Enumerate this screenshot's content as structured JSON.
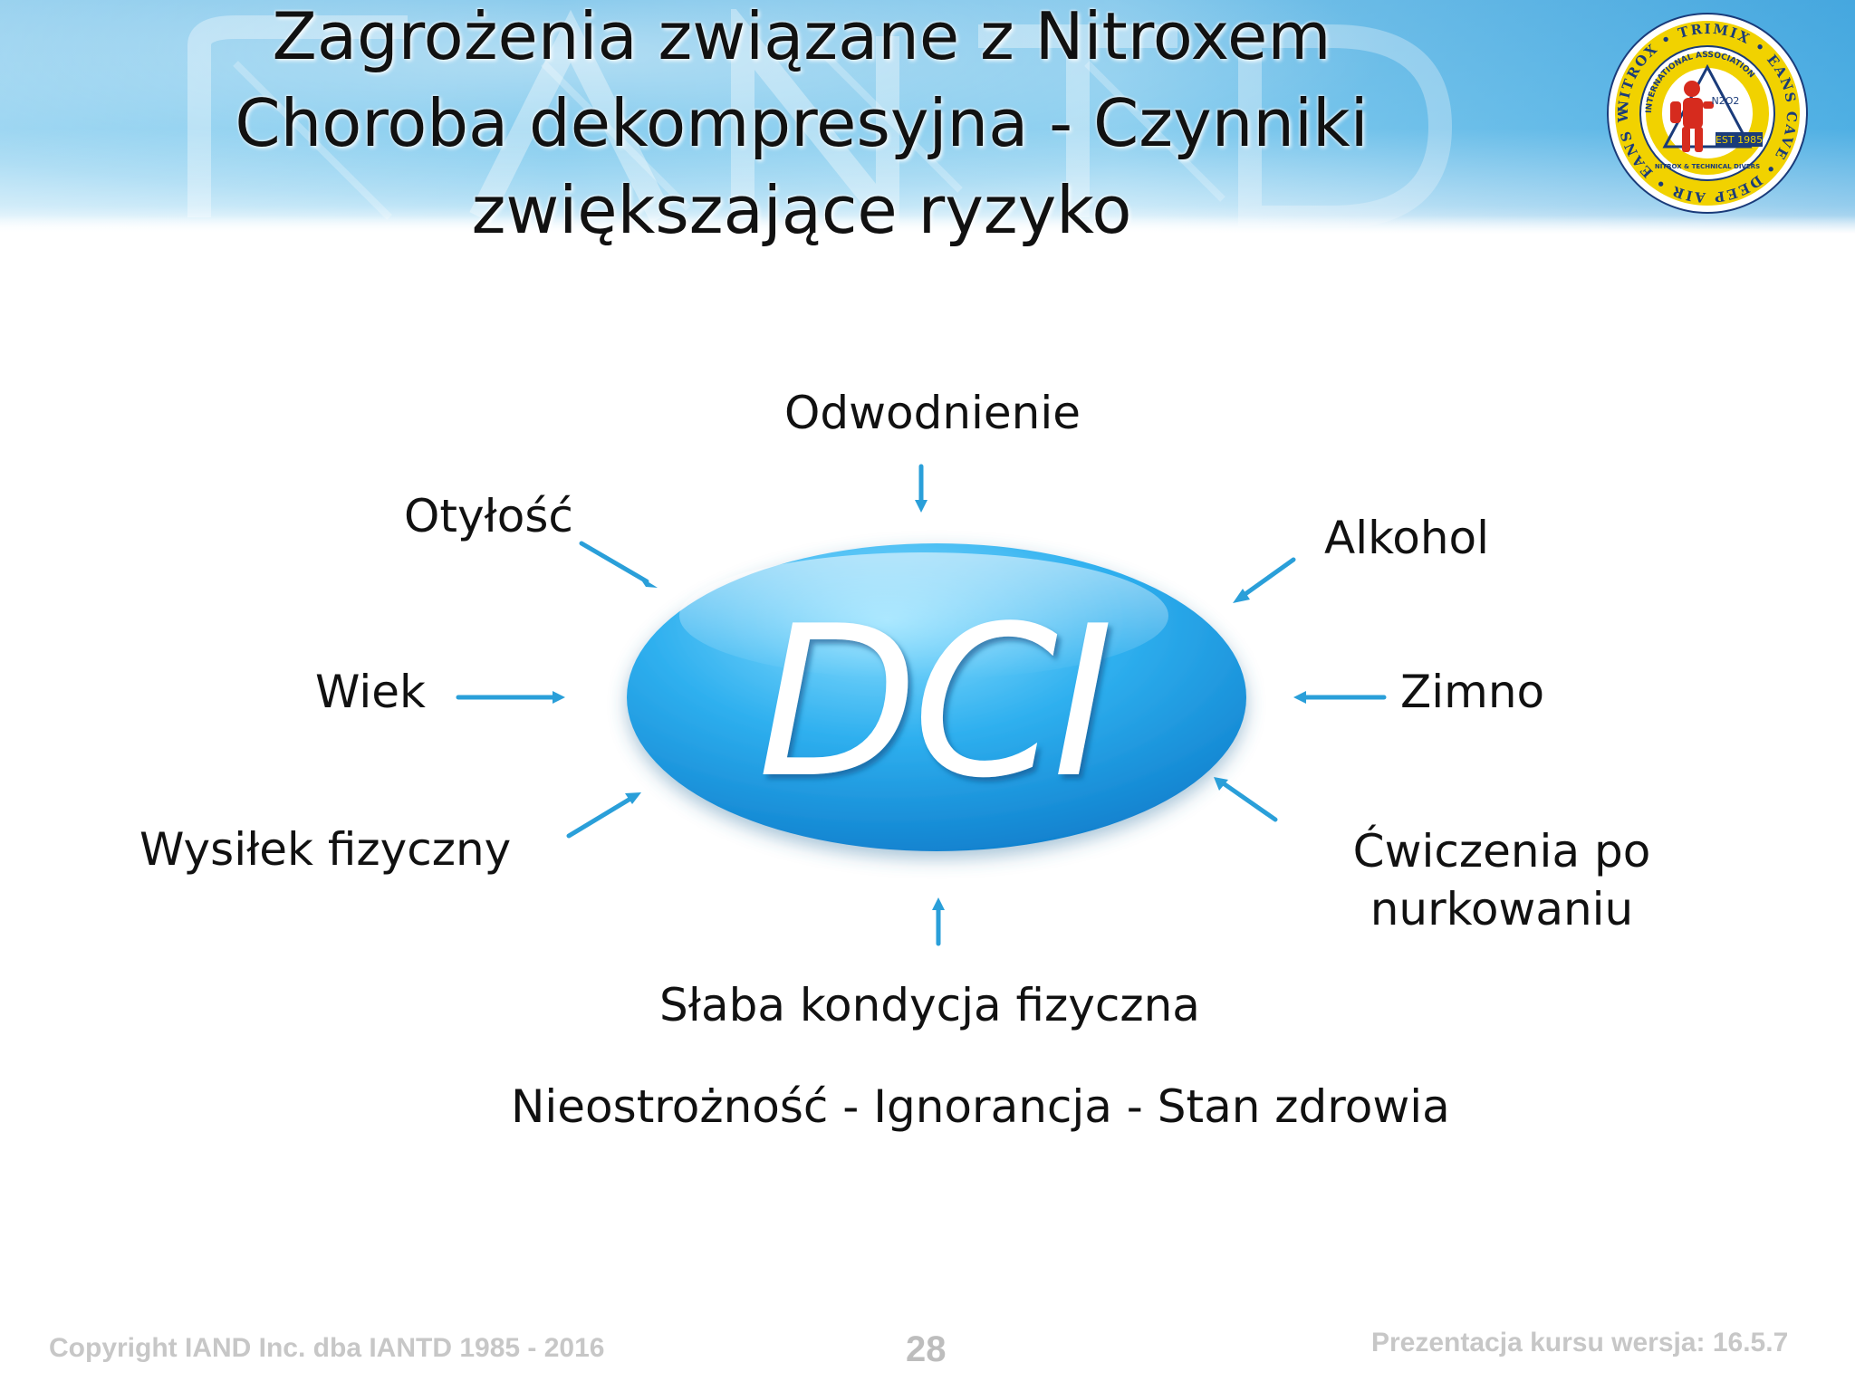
{
  "slide": {
    "title_lines": [
      "Zagrożenia związane z Nitroxem",
      "Choroba dekompresyjna - Czynniki",
      "zwiększające ryzyko"
    ],
    "logo": {
      "ring_text": "NITROX • TRIMIX • EANS CAVE • DEEP AIR • EANS WRECK •",
      "inner_text": "INTERNATIONAL ASSOCIATION",
      "bottom_text": "NITROX & TECHNICAL DIVERS",
      "badge": "EST 1985",
      "formula": "N2O2",
      "colors": {
        "ring": "#f1d200",
        "figure": "#d62b1e"
      }
    },
    "center_label": "DCI",
    "factors": {
      "top": "Odwodnienie",
      "top_left": "Otyłość",
      "top_right": "Alkohol",
      "left": "Wiek",
      "right": "Zimno",
      "bottom_left": "Wysiłek fizyczny",
      "bottom_right_line1": "Ćwiczenia po",
      "bottom_right_line2": "nurkowaniu",
      "bottom": "Słaba kondycja fizyczna"
    },
    "bottom_line": "Nieostrożność - Ignorancja - Stan zdrowia",
    "footer": {
      "copyright": "Copyright IAND Inc. dba IANTD 1985 - 2016",
      "page_number": "28",
      "version": "Prezentacja kursu wersja: 16.5.7"
    },
    "colors": {
      "ellipse_light": "#6dd0ff",
      "ellipse_dark": "#0f89d8",
      "arrow": "#2a9fd9",
      "footer_text": "#c7c7c7"
    }
  }
}
